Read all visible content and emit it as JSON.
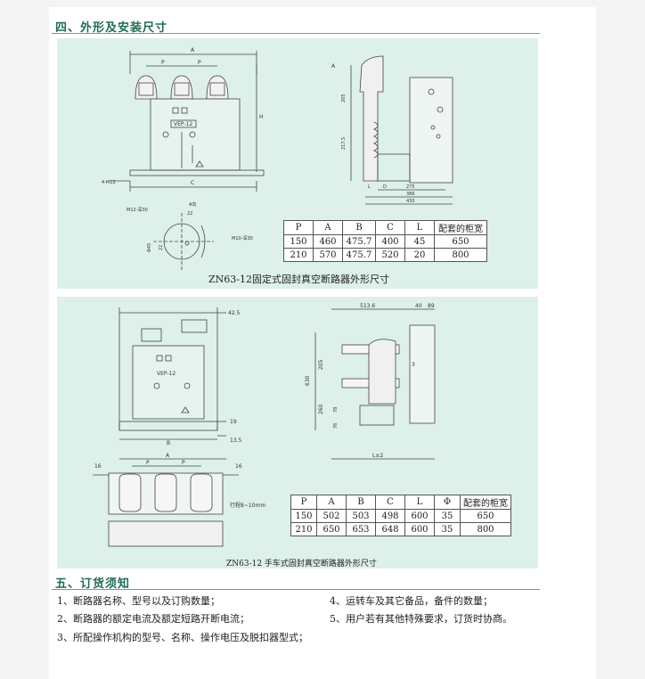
{
  "sections": {
    "dimensions_title": "四、外形及安装尺寸",
    "ordering_title": "五、订货须知"
  },
  "fixed_panel": {
    "front": {
      "dim_a": "A",
      "dim_p": "P",
      "dim_h": "H",
      "dim_c": "C",
      "dim_bolt": "4-M12",
      "nameplate": "VEP-12"
    },
    "side": {
      "a": "A",
      "d205": "205",
      "d217_5": "217.5",
      "dL": "L",
      "dD": "D",
      "d275": "275",
      "d386": "386",
      "d430": "430"
    },
    "detail": {
      "m12": "M12-深30",
      "d22": "22",
      "aview": "A向",
      "phi45": "Φ45",
      "d22b": "22",
      "m10": "M10-深30"
    },
    "caption": "ZN63-12固定式固封真空断路器外形尺寸",
    "table": {
      "headers": [
        "P",
        "A",
        "B",
        "C",
        "L",
        "配套的柜宽"
      ],
      "rows": [
        [
          "150",
          "460",
          "475.7",
          "400",
          "45",
          "650"
        ],
        [
          "210",
          "570",
          "475.7",
          "520",
          "20",
          "800"
        ]
      ]
    }
  },
  "truck_panel": {
    "front": {
      "d42_5": "42.5",
      "nameplate": "VEP-12",
      "d19": "19",
      "d13_5": "13.5",
      "dB": "B"
    },
    "side": {
      "d513_6": "513.6",
      "d40": "40",
      "d89": "89",
      "d630": "630",
      "d205": "205",
      "d260": "260",
      "d78": "78",
      "d76": "76",
      "d3": "3",
      "dL2": "L±2"
    },
    "top": {
      "dA": "A",
      "dP": "P",
      "d16l": "16",
      "d16r": "16",
      "stroke": "行程8~10mm"
    },
    "caption": "ZN63-12 手车式固封真空断路器外形尺寸",
    "table": {
      "headers": [
        "P",
        "A",
        "B",
        "C",
        "L",
        "Φ",
        "配套的柜宽"
      ],
      "rows": [
        [
          "150",
          "502",
          "503",
          "498",
          "600",
          "35",
          "650"
        ],
        [
          "210",
          "650",
          "653",
          "648",
          "600",
          "35",
          "800"
        ]
      ]
    }
  },
  "ordering": {
    "items": [
      "1、断路器名称、型号以及订购数量；",
      "2、断路器的额定电流及额定短路开断电流；",
      "3、所配操作机构的型号、名称、操作电压及脱扣器型式；",
      "4、运转车及其它备品，备件的数量；",
      "5、用户若有其他特殊要求，订货时协商。"
    ]
  }
}
